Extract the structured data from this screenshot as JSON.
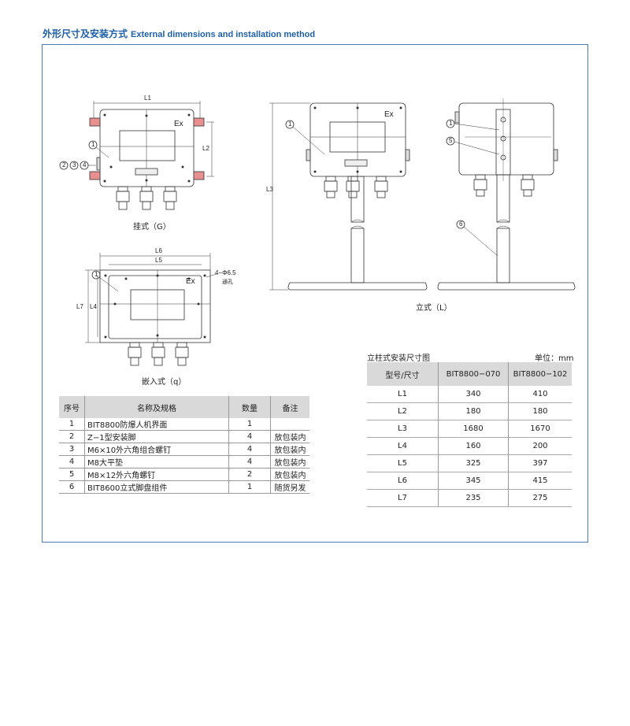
{
  "header": {
    "title_cn": "外形尺寸及安装方式",
    "title_en": "External dimensions and installation method"
  },
  "drawings": {
    "hanging": {
      "caption": "挂式（G）",
      "ex_label": "Ex",
      "dim_l1": "L1",
      "dim_l2": "L2",
      "callout_1": "1",
      "callout_2": "2",
      "callout_3": "3",
      "callout_4": "4"
    },
    "embedded": {
      "caption": "嵌入式（q）",
      "ex_label": "Ex",
      "dim_l6": "L6",
      "dim_l5": "L5",
      "dim_l7": "L7",
      "dim_l4": "L4",
      "callout_1": "1",
      "hole_note": "4−Φ6.5",
      "hole_sub": "通孔"
    },
    "standing": {
      "caption": "立式（L）",
      "ex_label": "Ex",
      "dim_l3": "L3",
      "callout_1a": "1",
      "callout_1b": "1",
      "callout_5": "5",
      "callout_6": "6"
    }
  },
  "parts_table": {
    "headers": [
      "序号",
      "名称及规格",
      "数量",
      "备注"
    ],
    "rows": [
      [
        "1",
        "BIT8800防爆人机界面",
        "1",
        ""
      ],
      [
        "2",
        "Z−1型安装脚",
        "4",
        "放包装内"
      ],
      [
        "3",
        "M6×10外六角组合螺钉",
        "4",
        "放包装内"
      ],
      [
        "4",
        "M8大平垫",
        "4",
        "放包装内"
      ],
      [
        "5",
        "M8×12外六角螺钉",
        "2",
        "放包装内"
      ],
      [
        "6",
        "BIT8600立式脚盘组件",
        "1",
        "随货另发"
      ]
    ]
  },
  "dims_table": {
    "title": "立柱式安装尺寸图",
    "unit": "单位：mm",
    "headers": [
      "型号/尺寸",
      "BIT8800−070",
      "BIT8800−102"
    ],
    "rows": [
      [
        "L1",
        "340",
        "410"
      ],
      [
        "L2",
        "180",
        "180"
      ],
      [
        "L3",
        "1680",
        "1670"
      ],
      [
        "L4",
        "160",
        "200"
      ],
      [
        "L5",
        "325",
        "397"
      ],
      [
        "L6",
        "345",
        "415"
      ],
      [
        "L7",
        "235",
        "275"
      ]
    ]
  }
}
